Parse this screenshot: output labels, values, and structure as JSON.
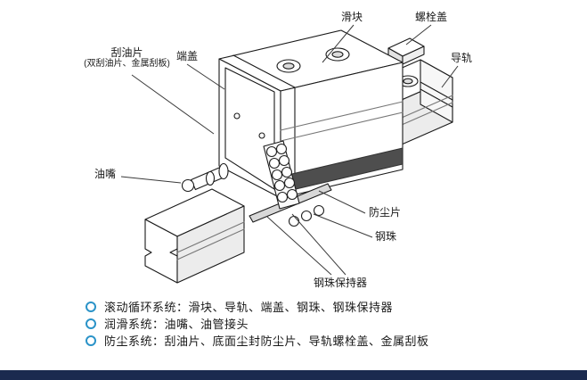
{
  "diagram": {
    "labels": {
      "slider": "滑块",
      "bolt_cover": "螺栓盖",
      "rail": "导轨",
      "oil_scraper": "刮油片",
      "oil_scraper_note": "(双刮油片、金属刮板)",
      "end_cap": "端盖",
      "grease_nipple": "油嘴",
      "dust_sheet": "防尘片",
      "steel_ball": "钢珠",
      "ball_retainer": "钢珠保持器"
    }
  },
  "legend": {
    "items": [
      "滚动循环系统：滑块、导轨、端盖、钢珠、钢珠保持器",
      "润滑系统：油嘴、油管接头",
      "防尘系统：刮油片、底面尘封防尘片、导轨螺栓盖、金属刮板"
    ]
  },
  "colors": {
    "bullet_ring": "#2b93c8",
    "footer_bar": "#1b2a4f",
    "line": "#1a1a1a"
  }
}
